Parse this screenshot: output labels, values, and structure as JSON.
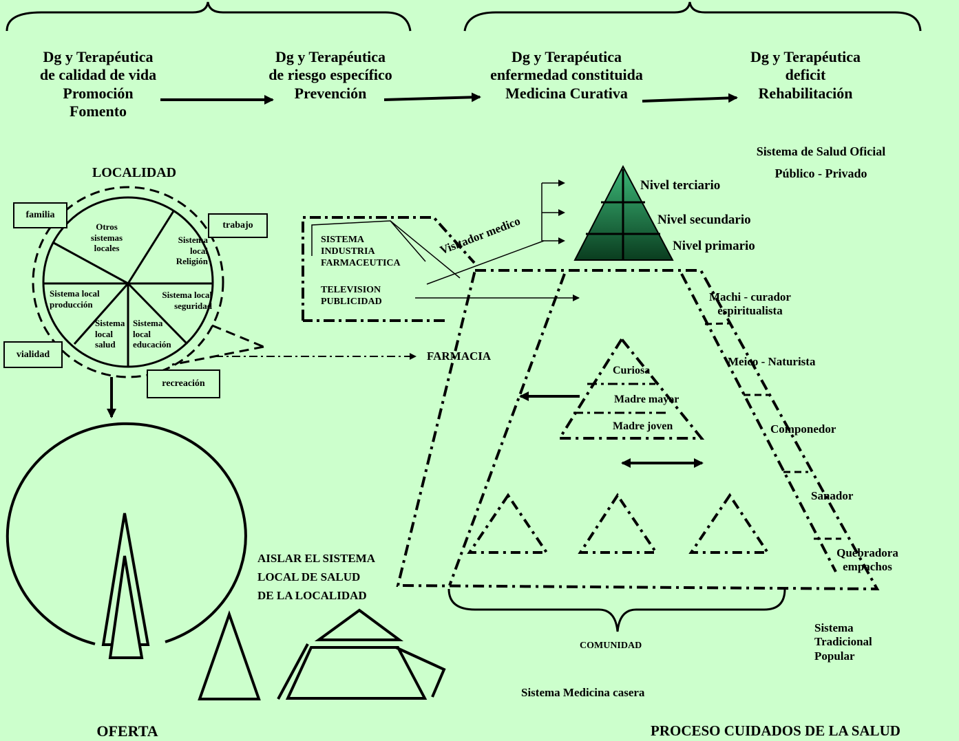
{
  "stages": [
    [
      "Dg y Terapéutica",
      "de calidad de vida",
      "Promoción",
      "Fomento"
    ],
    [
      "Dg y Terapéutica",
      "de riesgo específico",
      "Prevención"
    ],
    [
      "Dg y Terapéutica",
      "enfermedad constituida",
      "Medicina Curativa"
    ],
    [
      "Dg y Terapéutica",
      "deficit",
      "Rehabilitación"
    ]
  ],
  "official": {
    "title": "Sistema de Salud Oficial",
    "subtitle": "Público - Privado",
    "levels": [
      "Nivel  terciario",
      "Nivel  secundario",
      "Nivel  primario"
    ],
    "pyramid_color": "#2e8b57"
  },
  "locality": {
    "title": "LOCALIDAD",
    "sectors": {
      "otros": [
        "Otros",
        "sistemas",
        "locales"
      ],
      "religion": [
        "Sistema",
        "local",
        "Religión"
      ],
      "seguridad": [
        "Sistema  local",
        "seguridad"
      ],
      "educacion": [
        "Sistema",
        "local",
        "educación"
      ],
      "salud": [
        "Sistema",
        "local",
        "salud"
      ],
      "produccion": [
        "Sistema local",
        "producción"
      ]
    },
    "boxes": {
      "familia": "familia",
      "trabajo": "trabajo",
      "vialidad": "vialidad",
      "recreacion": "recreación"
    }
  },
  "pharma": {
    "system": [
      "SISTEMA",
      "INDUSTRIA",
      "FARMACEUTICA"
    ],
    "tv": [
      "TELEVISION",
      "PUBLICIDAD"
    ],
    "visitor": "Visitador medico",
    "farmacia": "FARMACIA"
  },
  "traditional": {
    "items": [
      "Machi - curador",
      "espiritualista",
      "Meico - Naturista",
      "Componedor",
      "Sanador",
      "Quebradora",
      "empachos"
    ],
    "label": [
      "Sistema",
      "Tradicional",
      "Popular"
    ]
  },
  "home": {
    "items": [
      "Curiosa",
      "Madre mayor",
      "Madre joven"
    ],
    "comunidad": "COMUNIDAD",
    "label": "Sistema Medicina casera"
  },
  "isolate": [
    "AISLAR EL SISTEMA",
    "LOCAL DE SALUD",
    "DE LA LOCALIDAD"
  ],
  "oferta": "OFERTA",
  "title": "PROCESO CUIDADOS DE LA SALUD"
}
